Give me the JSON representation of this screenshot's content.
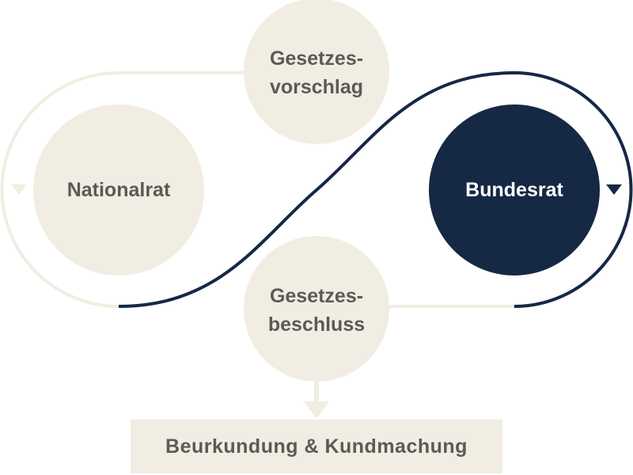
{
  "colors": {
    "beige": "#f1ede3",
    "navy": "#152844",
    "text": "#5b5a57",
    "white": "#ffffff"
  },
  "nodes": {
    "proposal": {
      "line1": "Gesetzes-",
      "line2": "vorschlag"
    },
    "nationalrat": {
      "label": "Nationalrat"
    },
    "bundesrat": {
      "label": "Bundesrat"
    },
    "resolution": {
      "line1": "Gesetzes-",
      "line2": "beschluss"
    }
  },
  "final_step": {
    "label": "Beurkundung & Kundmachung"
  }
}
